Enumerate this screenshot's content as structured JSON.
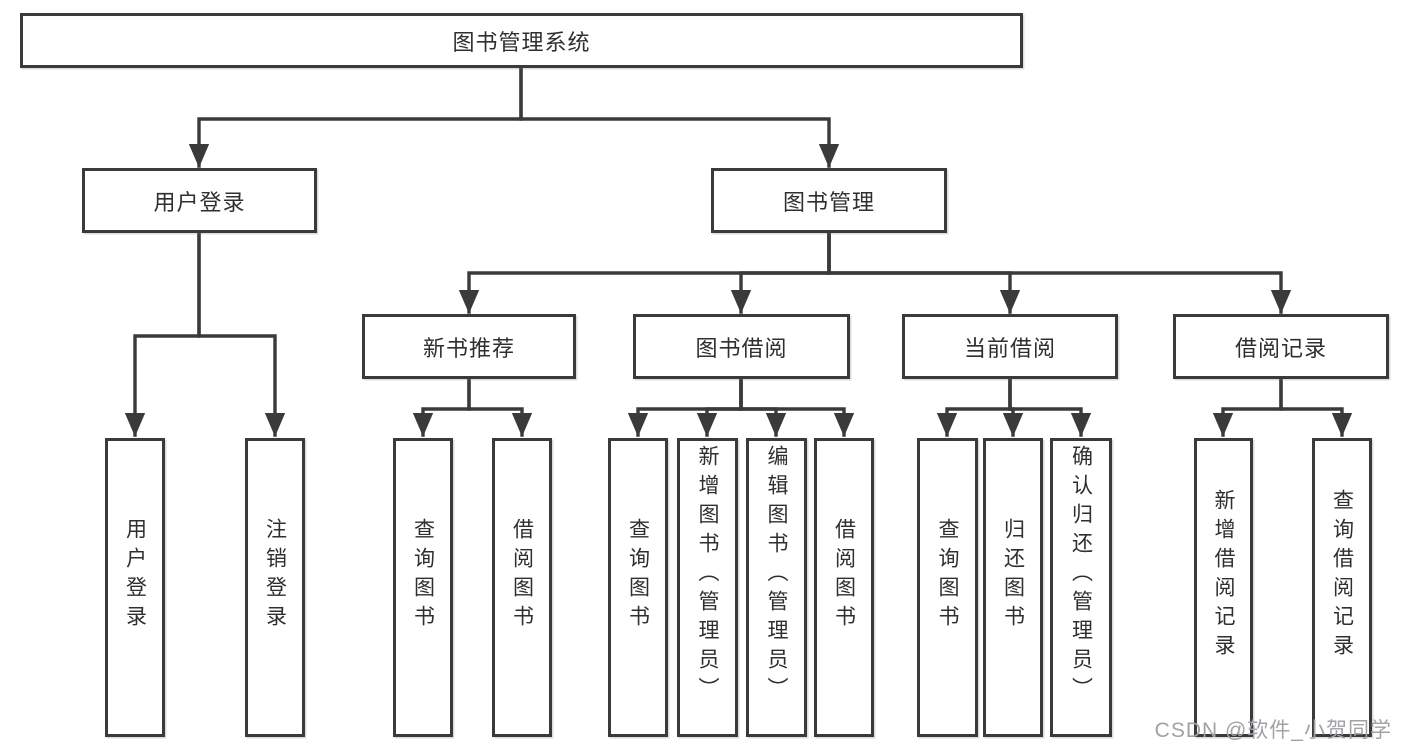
{
  "tree": {
    "label": "图书管理系统",
    "children": [
      {
        "label": "用户登录",
        "children": [
          {
            "label": "用户登录"
          },
          {
            "label": "注销登录"
          }
        ]
      },
      {
        "label": "图书管理",
        "children": [
          {
            "label": "新书推荐",
            "children": [
              {
                "label": "查询图书"
              },
              {
                "label": "借阅图书"
              }
            ]
          },
          {
            "label": "图书借阅",
            "children": [
              {
                "label": "查询图书"
              },
              {
                "label": "新增图书（管理员）"
              },
              {
                "label": "编辑图书（管理员）"
              },
              {
                "label": "借阅图书"
              }
            ]
          },
          {
            "label": "当前借阅",
            "children": [
              {
                "label": "查询图书"
              },
              {
                "label": "归还图书"
              },
              {
                "label": "确认归还（管理员）"
              }
            ]
          },
          {
            "label": "借阅记录",
            "children": [
              {
                "label": "新增借阅记录"
              },
              {
                "label": "查询借阅记录"
              }
            ]
          }
        ]
      }
    ]
  },
  "watermark": {
    "text": "CSDN @软件_小贺同学"
  },
  "colors": {
    "background": "#ffffff",
    "box_border": "#3a3a3a",
    "connector_line": "#3a3a3a",
    "text": "#2f2f2f",
    "watermark": "#a2a2a6"
  }
}
